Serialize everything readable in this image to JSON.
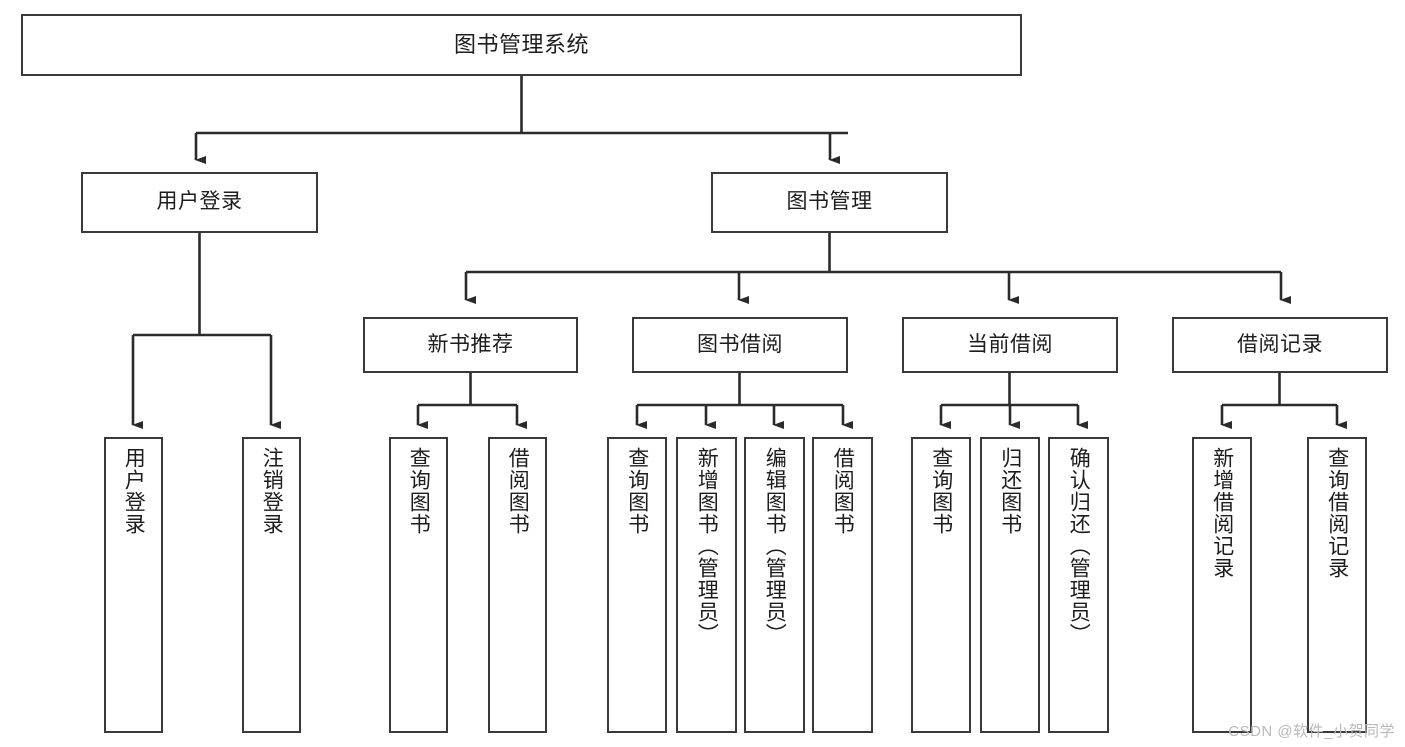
{
  "diagram": {
    "title": "图书管理系统",
    "type": "functional-structure-tree",
    "colors": {
      "background": "#ffffff",
      "box_border": "#3a3a3a",
      "box_fill": "#ffffff",
      "connector": "#2b2b2b",
      "text": "#1d1d1d",
      "watermark": "#b9b9b9"
    }
  },
  "watermark": {
    "text": "CSDN @软件_小贺同学"
  },
  "nodes": {
    "root": {
      "label": "图书管理系统",
      "level": 0,
      "orientation": "horizontal"
    },
    "level1": [
      {
        "id": "user-login",
        "label": "用户登录",
        "orientation": "horizontal"
      },
      {
        "id": "book-management",
        "label": "图书管理",
        "orientation": "horizontal"
      }
    ],
    "level2": [
      {
        "id": "new-book-recommend",
        "label": "新书推荐",
        "orientation": "horizontal"
      },
      {
        "id": "book-borrow",
        "label": "图书借阅",
        "orientation": "horizontal"
      },
      {
        "id": "current-borrow",
        "label": "当前借阅",
        "orientation": "horizontal"
      },
      {
        "id": "borrow-record",
        "label": "借阅记录",
        "orientation": "horizontal"
      }
    ],
    "leaves": [
      {
        "id": "leaf-user-login",
        "label": "用户登录",
        "parent": "user-login",
        "orientation": "vertical"
      },
      {
        "id": "leaf-logout",
        "label": "注销登录",
        "parent": "user-login",
        "orientation": "vertical"
      },
      {
        "id": "leaf-query-book-1",
        "label": "查询图书",
        "parent": "new-book-recommend",
        "orientation": "vertical"
      },
      {
        "id": "leaf-borrow-book-1",
        "label": "借阅图书",
        "parent": "new-book-recommend",
        "orientation": "vertical"
      },
      {
        "id": "leaf-query-book-2",
        "label": "查询图书",
        "parent": "book-borrow",
        "orientation": "vertical"
      },
      {
        "id": "leaf-add-book",
        "label": "新增图书（管理员）",
        "parent": "book-borrow",
        "orientation": "vertical"
      },
      {
        "id": "leaf-edit-book",
        "label": "编辑图书（管理员）",
        "parent": "book-borrow",
        "orientation": "vertical"
      },
      {
        "id": "leaf-borrow-book-2",
        "label": "借阅图书",
        "parent": "book-borrow",
        "orientation": "vertical"
      },
      {
        "id": "leaf-query-book-3",
        "label": "查询图书",
        "parent": "current-borrow",
        "orientation": "vertical"
      },
      {
        "id": "leaf-return-book",
        "label": "归还图书",
        "parent": "current-borrow",
        "orientation": "vertical"
      },
      {
        "id": "leaf-confirm-return",
        "label": "确认归还（管理员）",
        "parent": "current-borrow",
        "orientation": "vertical"
      },
      {
        "id": "leaf-add-record",
        "label": "新增借阅记录",
        "parent": "borrow-record",
        "orientation": "vertical"
      },
      {
        "id": "leaf-query-record",
        "label": "查询借阅记录",
        "parent": "borrow-record",
        "orientation": "vertical"
      }
    ]
  }
}
